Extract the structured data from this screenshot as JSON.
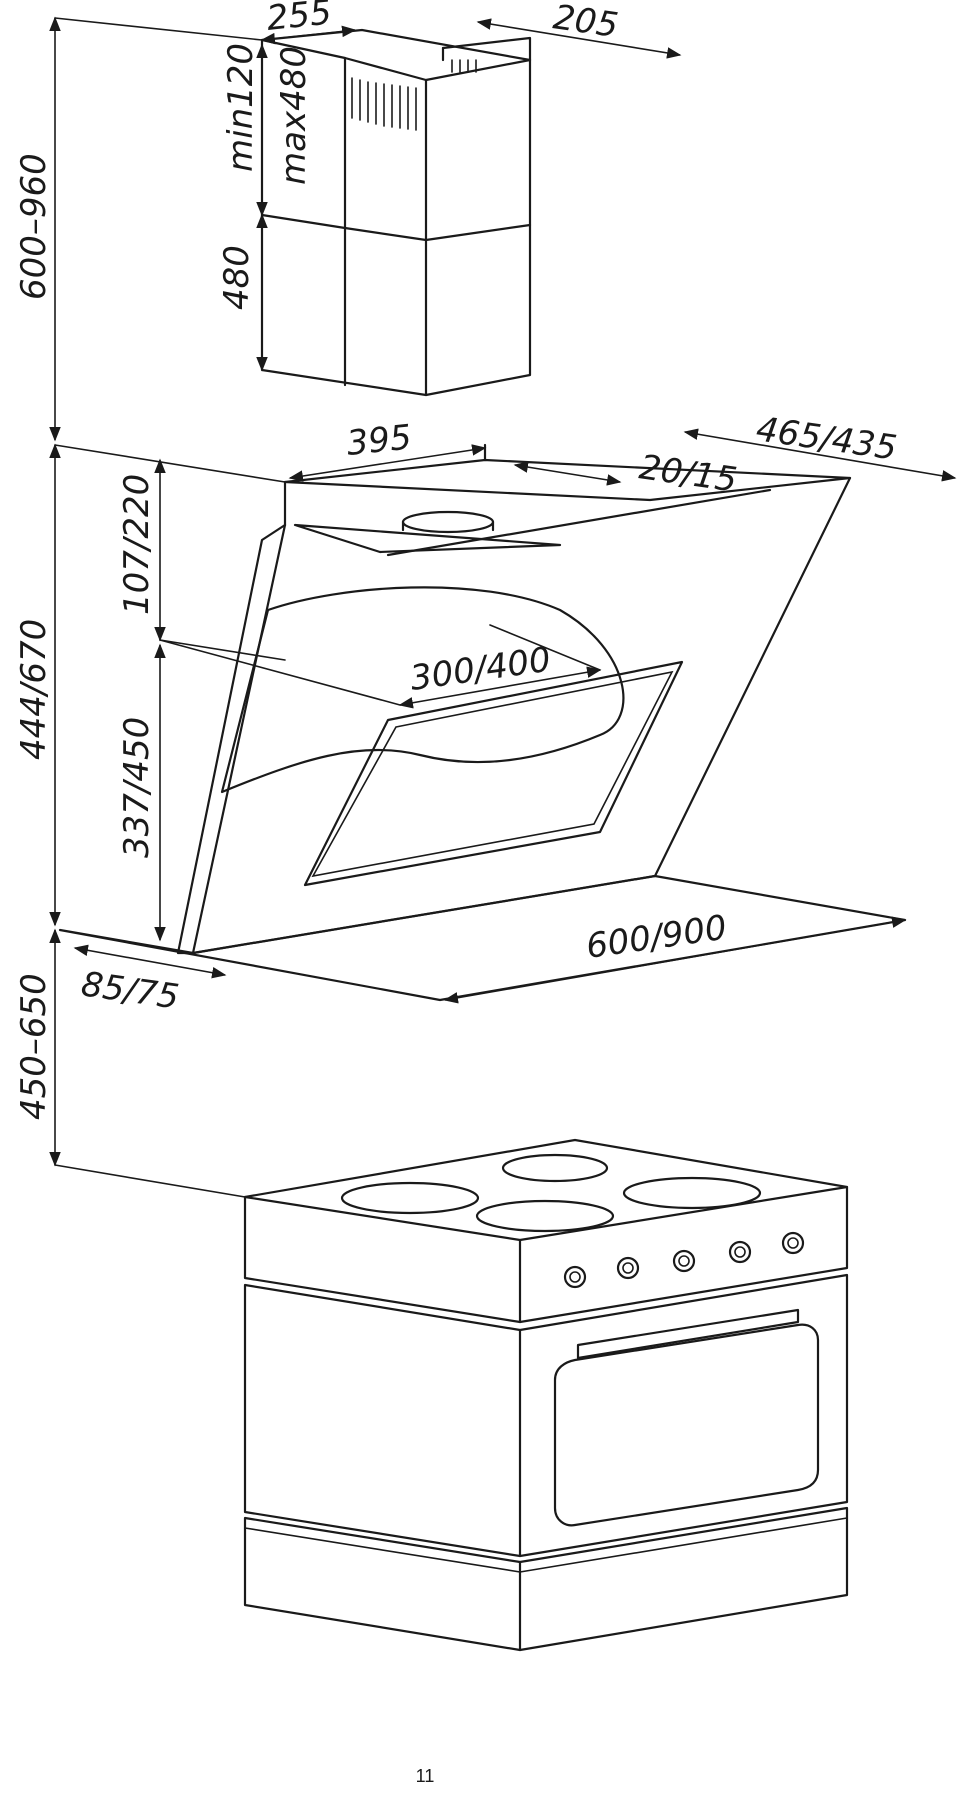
{
  "dimensions": {
    "chimney_width": "255",
    "chimney_depth": "205",
    "chimney_telescopic": "min120",
    "chimney_telescopic_max": "max480",
    "chimney_fixed": "480",
    "total_chimney_height": "600–960",
    "hood_top_width": "395",
    "hood_depth": "465/435",
    "outlet_offset": "20/15",
    "glass_upper": "107/220",
    "glass_lower": "337/450",
    "hood_height": "444/670",
    "glass_panel": "300/400",
    "hood_width": "600/900",
    "hood_bottom_depth": "85/75",
    "mounting_height": "450–650"
  },
  "page_number": "11",
  "colors": {
    "ink": "#1a1a1a",
    "background": "#ffffff"
  }
}
